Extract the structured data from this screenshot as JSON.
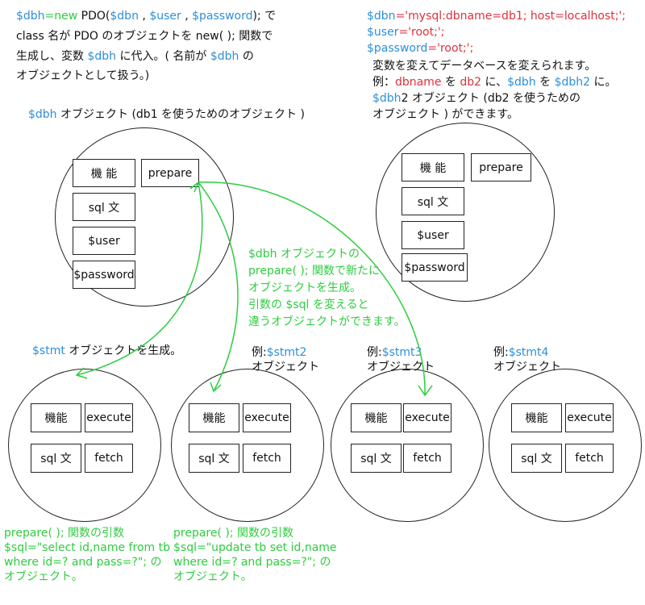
{
  "top_left": {
    "line1": {
      "a": "$dbh",
      "b": "=new",
      "c": " PDO(",
      "d": "$dbn",
      "e": " , ",
      "f": "$user",
      "g": " , ",
      "h": "$password",
      "i": "); で"
    },
    "line2": "class 名が PDO のオブジェクトを new( ); 関数で",
    "line3": {
      "a": "生成し、変数 ",
      "b": "$dbh",
      "c": " に代入。( 名前が ",
      "d": "$dbh",
      "e": " の"
    },
    "line4": "オブジェクトとして扱う。)"
  },
  "top_right": {
    "line1": {
      "a": "$dbn",
      "b": "='mysql:dbname=db1; host=localhost;';"
    },
    "line2": {
      "a": "$user",
      "b": "='root;';"
    },
    "line3": {
      "a": "$password",
      "b": "='root;';"
    },
    "line4": "変数を変えてデータベースを変えられます。",
    "line5": {
      "a": "例：",
      "b": "dbname",
      "c": " を ",
      "d": "db2",
      "e": " に、",
      "f": "$dbh",
      "g": " を ",
      "h": "$dbh2",
      "i": " に。"
    },
    "line6": {
      "a": "$dbh",
      "b": "2 オブジェクト (db2 を使うための"
    },
    "line7": "オブジェクト ) ができます。"
  },
  "dbh_heading": {
    "a": "$dbh",
    "b": " オブジェクト (db1 を使うためのオブジェクト )"
  },
  "dbh_object": {
    "func": "機 能",
    "prepare": "prepare",
    "sql": "sql 文",
    "user": "$user",
    "password": "$password"
  },
  "dbh2_object": {
    "func": "機 能",
    "prepare": "prepare",
    "sql": "sql 文",
    "user": "$user",
    "password": "$password"
  },
  "green_note": [
    "$dbh オブジェクトの",
    "prepare( ); 関数で新たに",
    "オブジェクトを生成。",
    "引数の $sql を変えると",
    "違うオブジェクトができます。"
  ],
  "stmt_heading": {
    "a": "$stmt",
    "b": " オブジェクトを生成。"
  },
  "stmt2_heading": {
    "a": "例:",
    "b": "$stmt2",
    "c": "オブジェクト"
  },
  "stmt3_heading": {
    "a": "例:",
    "b": "$stmt3",
    "c": "オブジェクト"
  },
  "stmt4_heading": {
    "a": "例:",
    "b": "$stmt4",
    "c": "オブジェクト"
  },
  "stmt_objects": [
    {
      "func": "機能",
      "execute": "execute",
      "sql": "sql 文",
      "fetch": "fetch"
    },
    {
      "func": "機能",
      "execute": "execute",
      "sql": "sql 文",
      "fetch": "fetch"
    },
    {
      "func": "機能",
      "execute": "execute",
      "sql": "sql 文",
      "fetch": "fetch"
    },
    {
      "func": "機能",
      "execute": "execute",
      "sql": "sql 文",
      "fetch": "fetch"
    }
  ],
  "bottom_note_1": [
    "prepare( ); 関数の引数",
    "$sql=\"select id,name from tb",
    " where id=? and pass=?\"; の",
    "オブジェクト。"
  ],
  "bottom_note_2": [
    "prepare( ); 関数の引数",
    "$sql=\"update tb set  id,name",
    " where id=? and pass=?\"; の",
    "オブジェクト。"
  ],
  "colors": {
    "variable": "#2d8fd9",
    "string": "#e0303a",
    "arrow": "#2ecc40",
    "border": "#222222"
  }
}
